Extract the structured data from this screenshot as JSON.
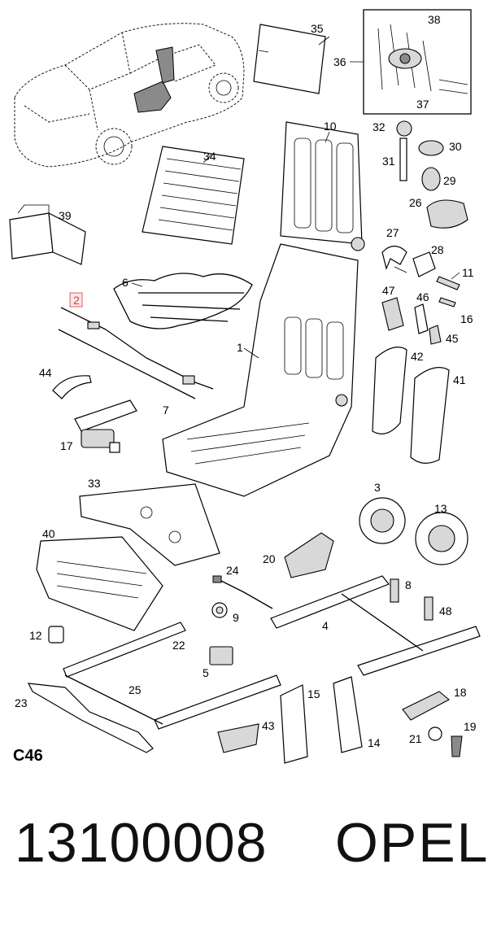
{
  "diagram": {
    "code": "C46",
    "highlighted_part": "2",
    "labels": [
      "1",
      "2",
      "3",
      "4",
      "5",
      "6",
      "7",
      "8",
      "9",
      "10",
      "11",
      "12",
      "13",
      "14",
      "15",
      "16",
      "17",
      "18",
      "19",
      "20",
      "21",
      "22",
      "23",
      "24",
      "25",
      "26",
      "27",
      "28",
      "29",
      "30",
      "31",
      "32",
      "33",
      "34",
      "35",
      "36",
      "37",
      "38",
      "39",
      "40",
      "41",
      "42",
      "43",
      "44",
      "45",
      "46",
      "47",
      "48"
    ]
  },
  "footer": {
    "part_number": "13100008",
    "brand": "OPEL"
  }
}
